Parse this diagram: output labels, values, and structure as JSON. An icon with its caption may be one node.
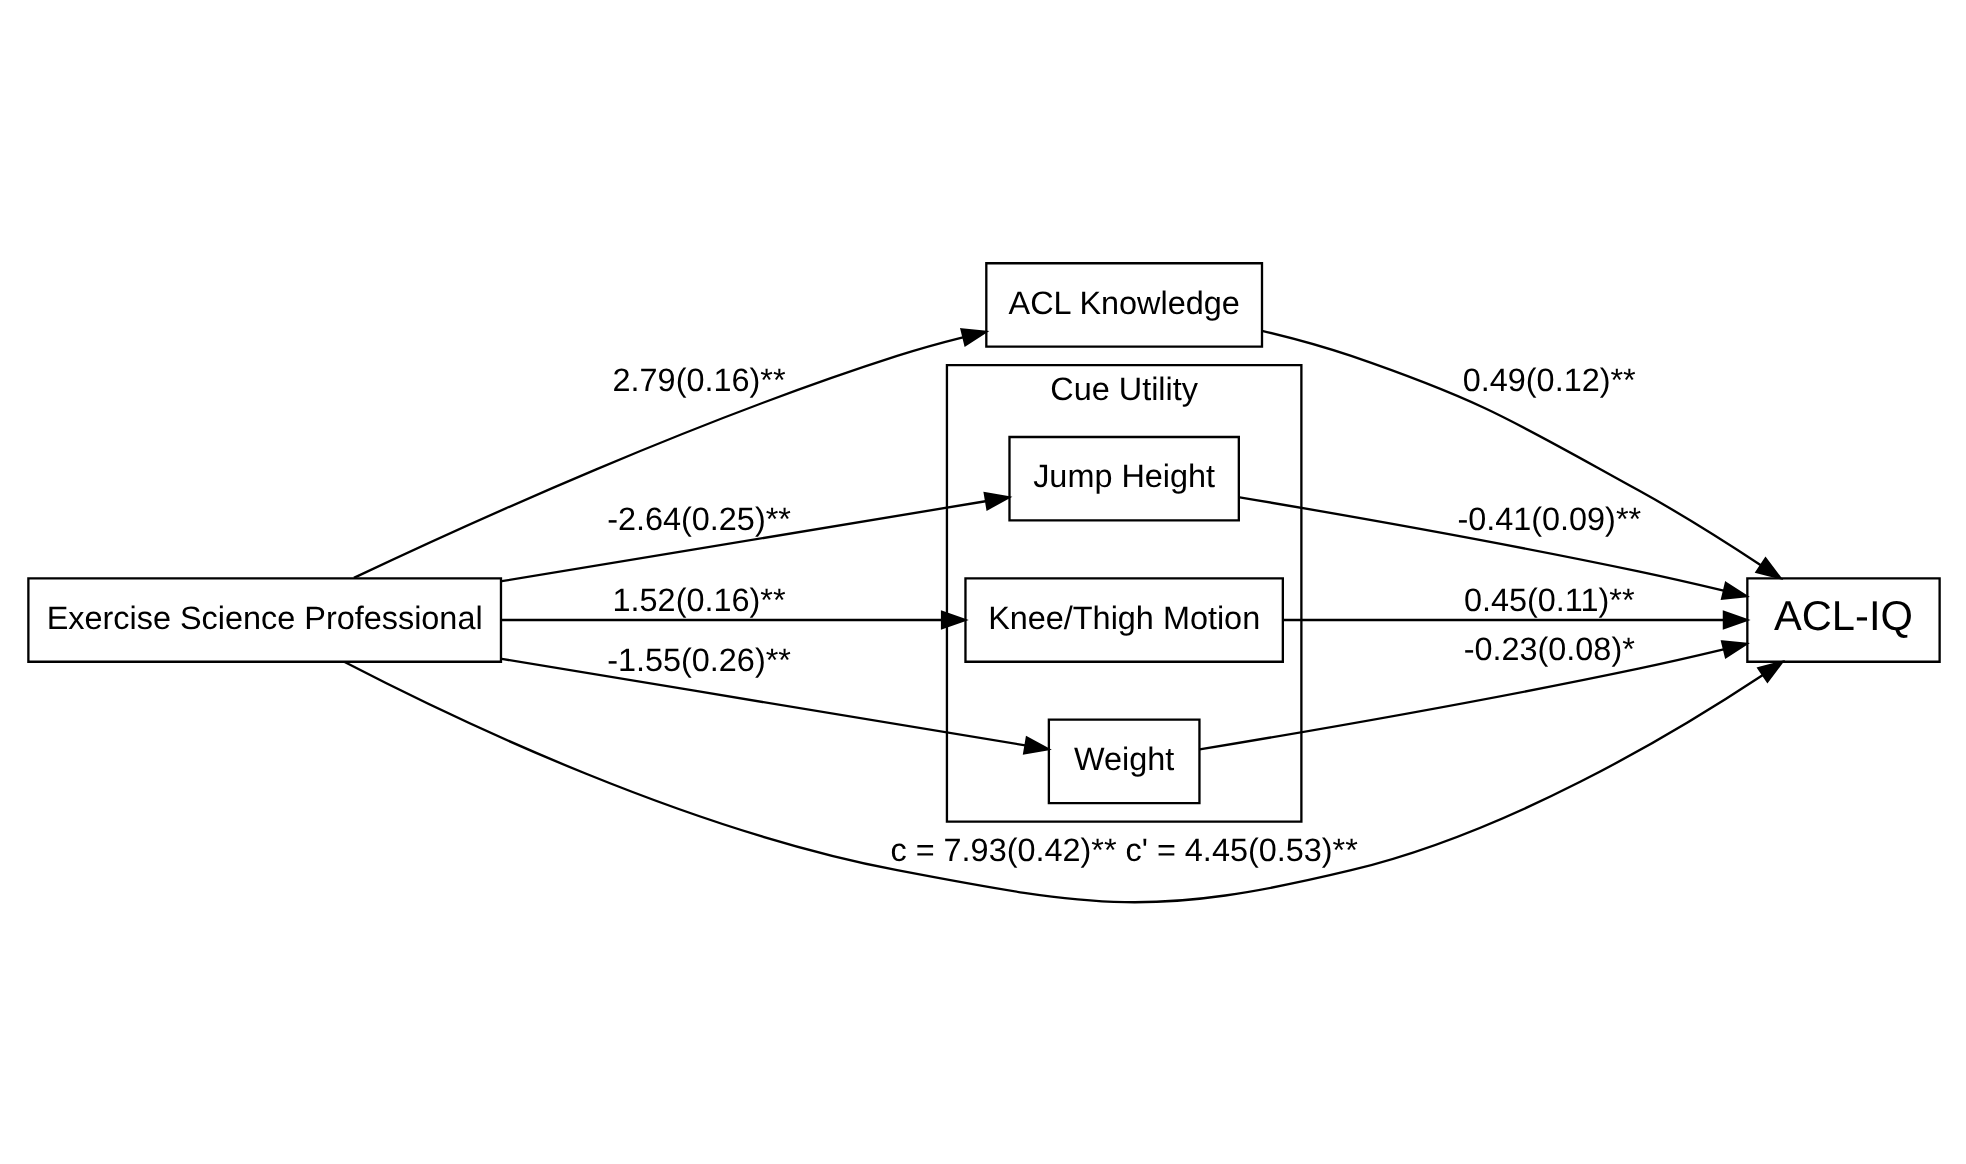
{
  "diagram": {
    "nodes": [
      {
        "text": [
          "Exercise Science Professional"
        ]
      },
      {
        "text": [
          "ACL Knowledge"
        ]
      },
      {
        "text": [
          "Cue Utility"
        ]
      },
      {
        "text": [
          "Jump Height"
        ],
        "in": 2
      },
      {
        "text": [
          "Knee/Thigh Motion"
        ],
        "in": 2
      },
      {
        "text": [
          "Weight"
        ],
        "in": 2
      },
      {
        "text": [
          "ACL-IQ"
        ]
      }
    ],
    "edges": [
      {
        "from": 0,
        "to": 6,
        "arrow": "to",
        "label": "c = 7.93(0.42)** c' = 4.45(0.53)**"
      },
      {
        "from": 0,
        "to": 1,
        "arrow": "to",
        "label": "2.79(0.16)**"
      },
      {
        "from": 0,
        "to": 3,
        "arrow": "to",
        "label": "-2.64(0.25)**"
      },
      {
        "from": 0,
        "to": 4,
        "arrow": "to",
        "label": "1.52(0.16)**"
      },
      {
        "from": 0,
        "to": 5,
        "arrow": "to",
        "label": "-1.55(0.26)**"
      },
      {
        "from": 1,
        "to": 6,
        "arrow": "to",
        "label": "0.49(0.12)**"
      },
      {
        "from": 3,
        "to": 6,
        "arrow": "to",
        "label": "-0.41(0.09)**"
      },
      {
        "from": 4,
        "to": 6,
        "arrow": "to",
        "label": "0.45(0.11)**"
      },
      {
        "from": 5,
        "to": 6,
        "arrow": "to",
        "label": "-0.23(0.08)*"
      }
    ]
  }
}
